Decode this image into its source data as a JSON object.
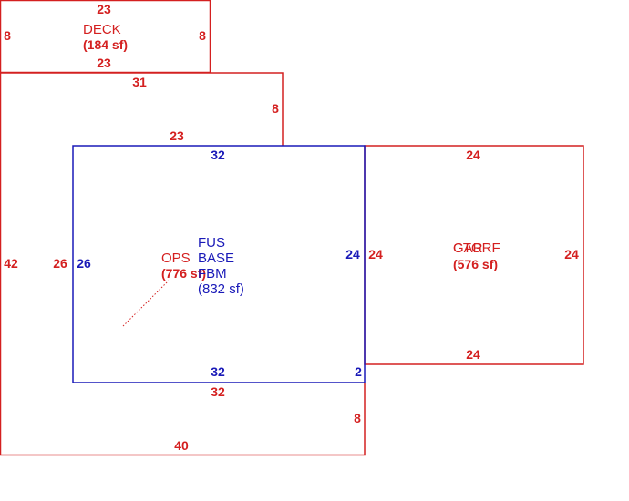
{
  "colors": {
    "red": "#d42020",
    "blue": "#1a1ab8",
    "background": "#ffffff"
  },
  "areas": {
    "deck": {
      "name": "DECK",
      "area": "(184 sf)"
    },
    "ops": {
      "name": "OPS",
      "area": "(776 sf)"
    },
    "fus": {
      "line1": "FUS",
      "line2": "BASE",
      "line3": "FBM",
      "area": "(832 sf)"
    },
    "garage": {
      "name_a": "GAR",
      "name_b": "CTGRF",
      "area": "(576 sf)"
    }
  },
  "dimensions": {
    "deck_top": "23",
    "deck_bottom": "23",
    "deck_left": "8",
    "deck_right": "8",
    "ops_top": "31",
    "ops_right_upper": "8",
    "ops_step": "23",
    "ops_left": "42",
    "ops_inner_left": "26",
    "ops_right_lower": "8",
    "ops_bottom": "40",
    "ops_inner_bottom": "32",
    "fus_top": "32",
    "fus_left": "26",
    "fus_right": "24",
    "fus_bottom": "32",
    "fus_corner": "2",
    "garage_top": "24",
    "garage_left": "24",
    "garage_right": "24",
    "garage_bottom": "24"
  }
}
